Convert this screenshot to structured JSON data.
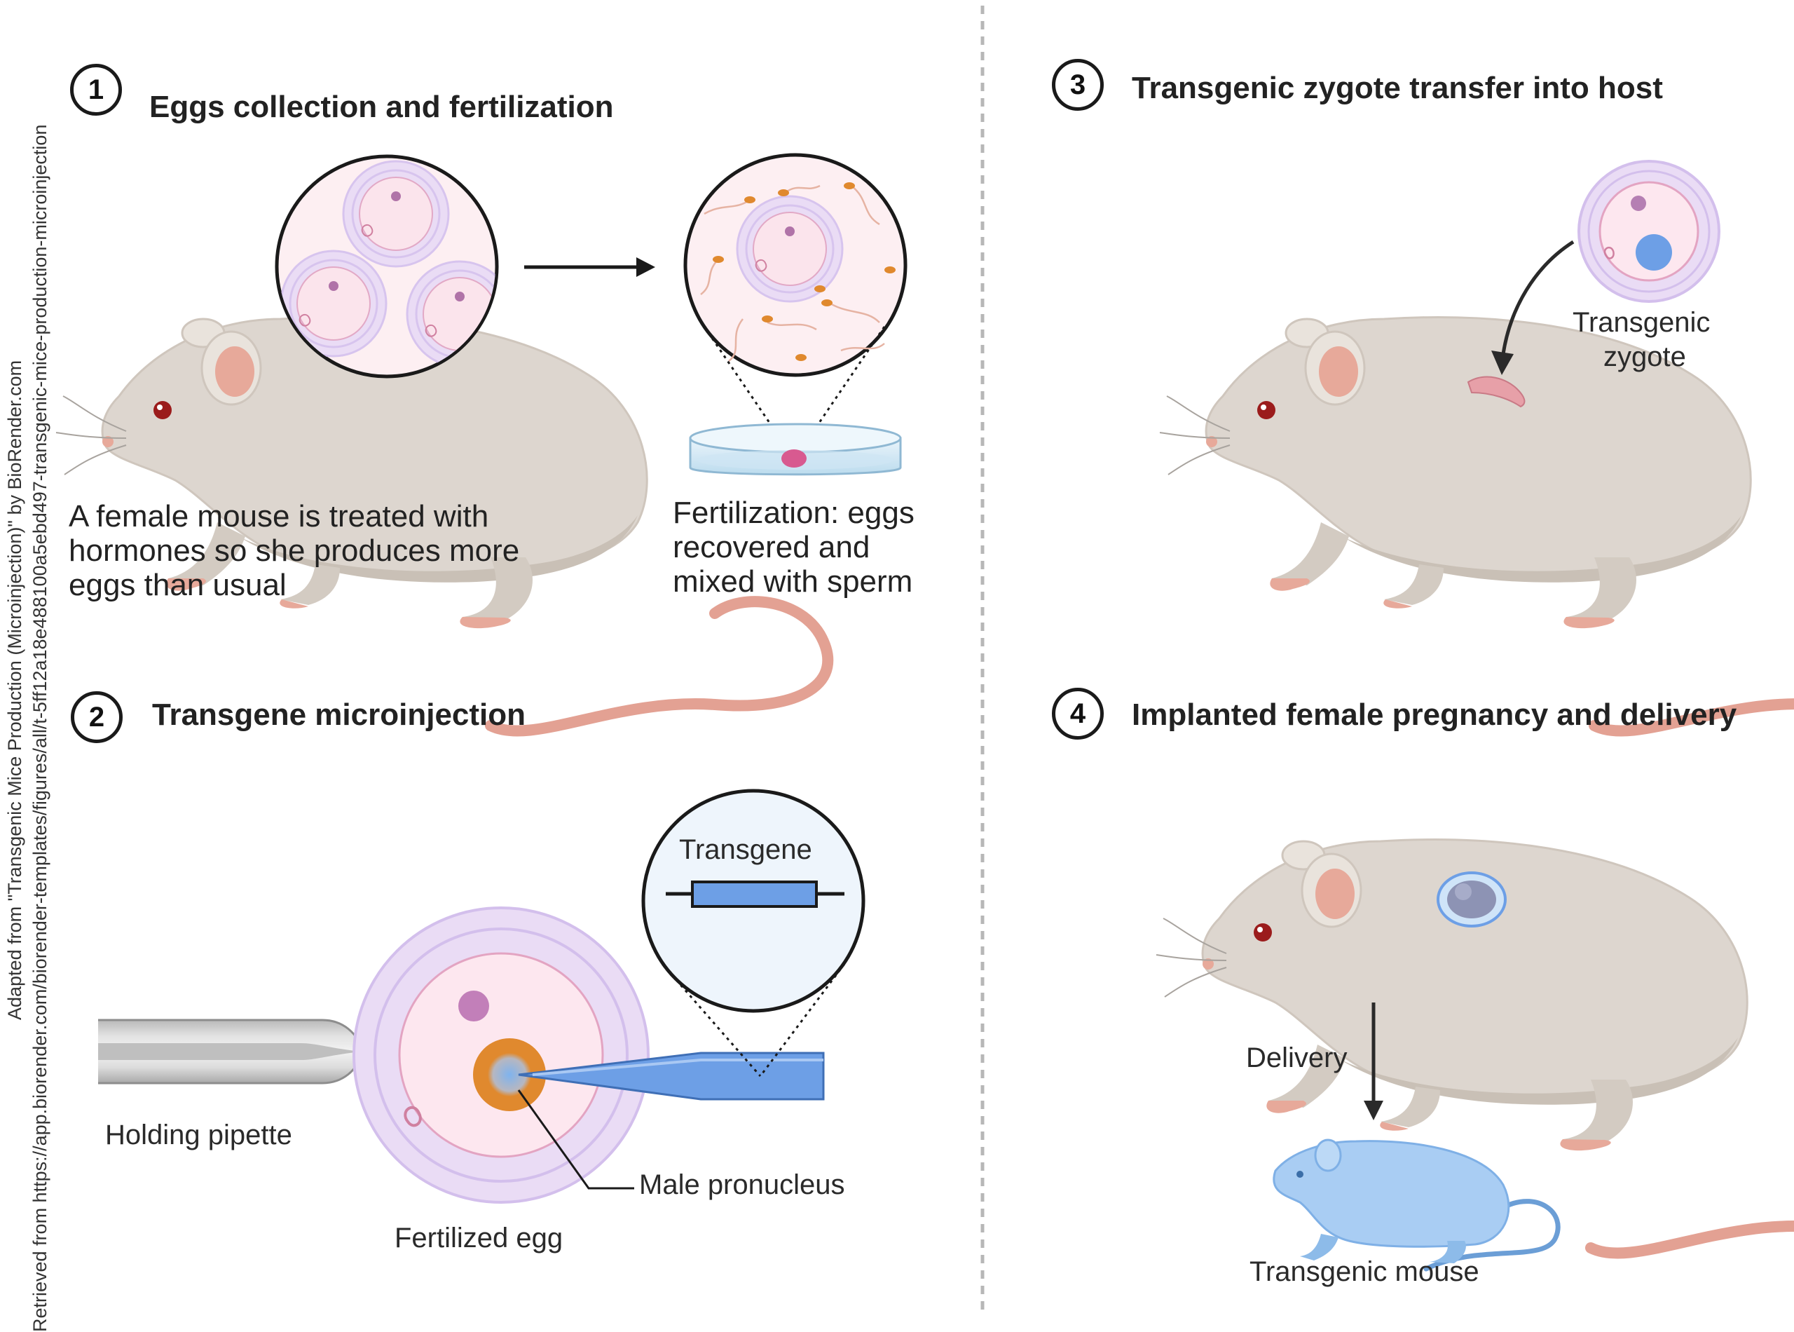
{
  "credit": {
    "line1": "Adapted from \"Transgenic Mice Production (Microinjection)\" by BioRender.com",
    "line2": "Retrieved from https://app.biorender.com/biorender-templates/figures/all/t-5ff12a18e488100a5ebd497-transgenic-mice-production-microinjection"
  },
  "steps": [
    {
      "number": "1",
      "title": "Eggs collection and fertilization",
      "captions": [
        "A female mouse is treated with hormones so she produces more eggs than usual",
        "Fertilization: eggs recovered and mixed with sperm"
      ]
    },
    {
      "number": "2",
      "title": "Transgene microinjection",
      "labels": {
        "transgene": "Transgene",
        "holding_pipette": "Holding pipette",
        "fertilized_egg": "Fertilized egg",
        "male_pronucleus": "Male pronucleus"
      }
    },
    {
      "number": "3",
      "title": "Transgenic zygote transfer into host",
      "labels": {
        "zygote_line1": "Transgenic",
        "zygote_line2": "zygote"
      }
    },
    {
      "number": "4",
      "title": "Implanted female pregnancy and delivery",
      "labels": {
        "delivery": "Delivery",
        "transgenic_mouse": "Transgenic mouse"
      }
    }
  ],
  "colors": {
    "mouse_body": "#ddd6cf",
    "mouse_ear": "#e7a99a",
    "tail": "#e3a193",
    "egg_outer": "#d9c8ee",
    "egg_inner": "#fbe4ec",
    "pronucleus": "#e38a2e",
    "transgene_blue": "#6d9fe6",
    "transgenic_mouse": "#a9cdf3"
  }
}
